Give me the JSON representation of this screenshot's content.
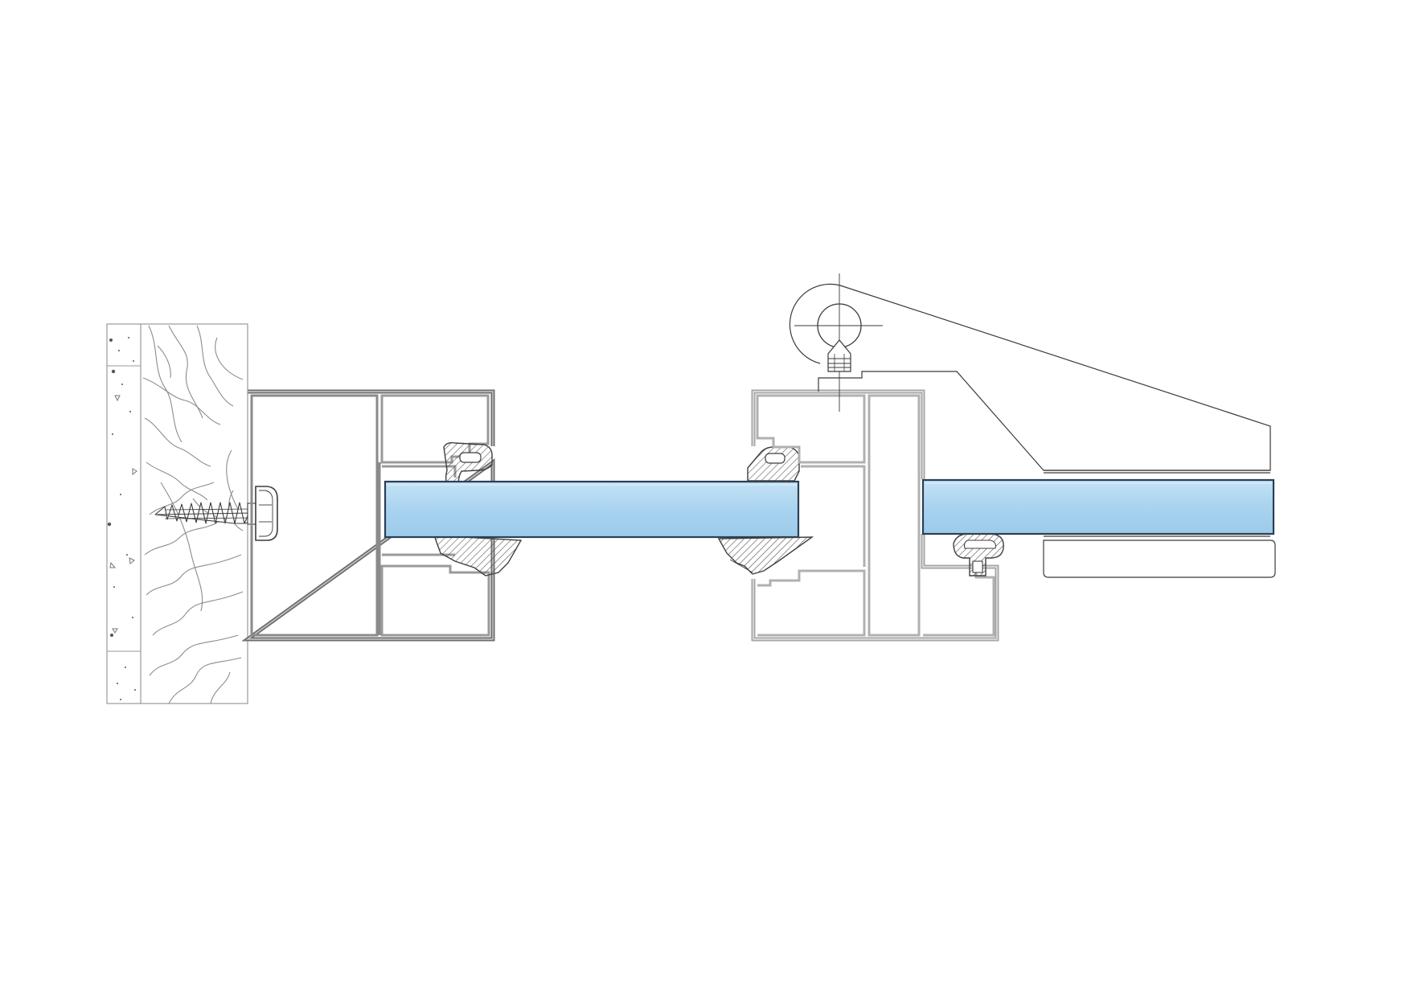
{
  "diagram": {
    "kind": "technical section drawing",
    "labels": [],
    "colors": {
      "background": "#ffffff",
      "glass_fill": "#a9d3ef",
      "glass_highlight": "#c4e2f6",
      "glass_edge": "#2b3f55",
      "aluminium_dark": "#606060",
      "aluminium_light": "#a6a6a6",
      "linework": "#4a4a4a",
      "wall_texture": "#8c8c8c",
      "screw": "#3c3c3c"
    },
    "components": [
      "wall",
      "wall-anchor-screw",
      "fixed-frame-profile",
      "fixed-glass-panel",
      "frame-gasket-top",
      "frame-wedge-gasket",
      "sash-frame-profile",
      "sash-gasket-top",
      "sash-wedge-gasket",
      "hinge-pivot",
      "hinge-arm",
      "door-glass-panel",
      "door-seal-gasket",
      "clamp-plate"
    ]
  }
}
